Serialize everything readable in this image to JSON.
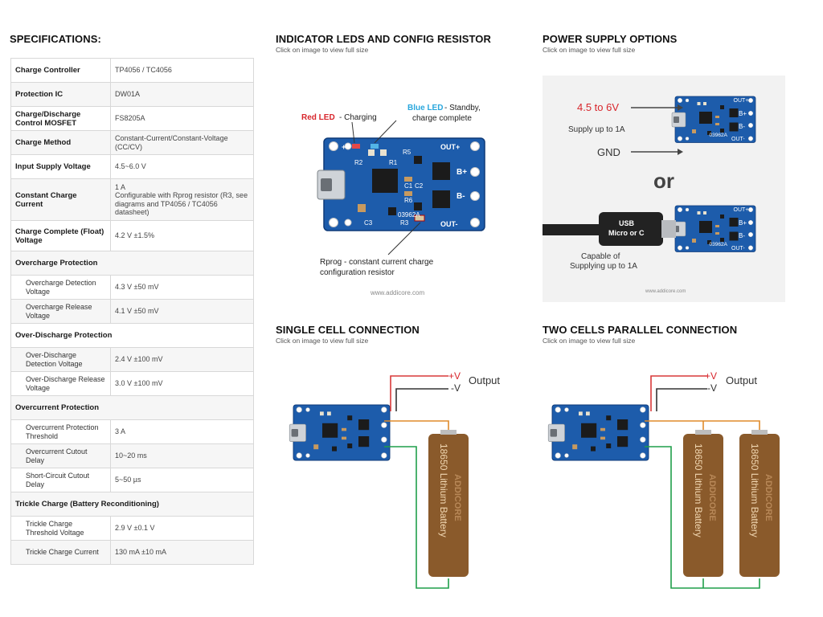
{
  "spec_heading": "SPECIFICATIONS:",
  "specs": [
    {
      "label": "Charge Controller",
      "value": "TP4056 / TC4056"
    },
    {
      "label": "Protection IC",
      "value": "DW01A"
    },
    {
      "label": "Charge/Discharge Control MOSFET",
      "value": "FS8205A"
    },
    {
      "label": "Charge Method",
      "value": "Constant-Current/Constant-Voltage (CC/CV)"
    },
    {
      "label": "Input Supply Voltage",
      "value": "4.5~6.0 V"
    },
    {
      "label": "Constant Charge Current",
      "value": "1 A",
      "value_note": "Configurable with Rprog resistor (R3, see diagrams and TP4056 / TC4056 datasheet)"
    },
    {
      "label": "Charge Complete (Float) Voltage",
      "value": "4.2 V ±1.5%"
    }
  ],
  "groups": [
    {
      "title": "Overcharge Protection",
      "rows": [
        {
          "label": "Overcharge Detection Voltage",
          "value": "4.3 V ±50 mV"
        },
        {
          "label": "Overcharge Release Voltage",
          "value": "4.1 V ±50 mV"
        }
      ]
    },
    {
      "title": "Over-Discharge Protection",
      "rows": [
        {
          "label": "Over-Discharge Detection Voltage",
          "value": "2.4 V ±100 mV"
        },
        {
          "label": "Over-Discharge Release Voltage",
          "value": "3.0 V ±100 mV"
        }
      ]
    },
    {
      "title": "Overcurrent Protection",
      "rows": [
        {
          "label": "Overcurrent Protection Threshold",
          "value": "3 A"
        },
        {
          "label": "Overcurrent Cutout Delay",
          "value": "10~20 ms"
        },
        {
          "label": "Short-Circuit Cutout Delay",
          "value": "5~50 µs"
        }
      ]
    },
    {
      "title": "Trickle Charge (Battery Reconditioning)",
      "rows": [
        {
          "label": "Trickle Charge Threshold Voltage",
          "value": "2.9 V ±0.1 V"
        },
        {
          "label": "Trickle Charge Current",
          "value": "130 mA ±10 mA"
        }
      ]
    }
  ],
  "figures": {
    "click_hint": "Click on image to view full size",
    "leds": {
      "title": "INDICATOR LEDS AND CONFIG RESISTOR",
      "red_led": "Red LED",
      "red_led_desc": "- Charging",
      "blue_led": "Blue LED",
      "blue_led_desc1": "- Standby,",
      "blue_led_desc2": "charge complete",
      "rprog1": "Rprog - constant current charge",
      "rprog2": "configuration resistor",
      "watermark": "www.addicore.com"
    },
    "power": {
      "title": "POWER SUPPLY OPTIONS",
      "voltage": "4.5 to 6V",
      "supply": "Supply up to 1A",
      "gnd": "GND",
      "or": "or",
      "usb1": "USB",
      "usb2": "Micro or C",
      "capable1": "Capable of",
      "capable2": "Supplying up to 1A",
      "watermark": "www.addicore.com"
    },
    "single": {
      "title": "SINGLE CELL CONNECTION",
      "plus": "+V",
      "minus": "-V",
      "output": "Output",
      "battery": "18650 Lithium Battery",
      "brand": "ADDICORE"
    },
    "parallel": {
      "title": "TWO CELLS PARALLEL CONNECTION",
      "plus": "+V",
      "minus": "-V",
      "output": "Output",
      "battery": "18650 Lithium Battery",
      "brand": "ADDICORE"
    },
    "board": {
      "b_plus": "B+",
      "b_minus": "B-",
      "out_plus": "OUT+",
      "out_minus": "OUT-",
      "code": "03962A",
      "r1": "R1",
      "r2": "R2",
      "r3": "R3",
      "r5": "R5",
      "r6": "R6",
      "c1": "C1",
      "c2": "C2",
      "c3": "C3",
      "plus": "+",
      "minus": "-"
    },
    "colors": {
      "board_blue": "#1d5cab",
      "red_text": "#d8262c",
      "blue_text": "#2aa7dd",
      "wire_red": "#d83a3a",
      "wire_green": "#1f9f4a",
      "wire_orange": "#e08b2b",
      "battery_brown": "#8a5a2b"
    }
  }
}
